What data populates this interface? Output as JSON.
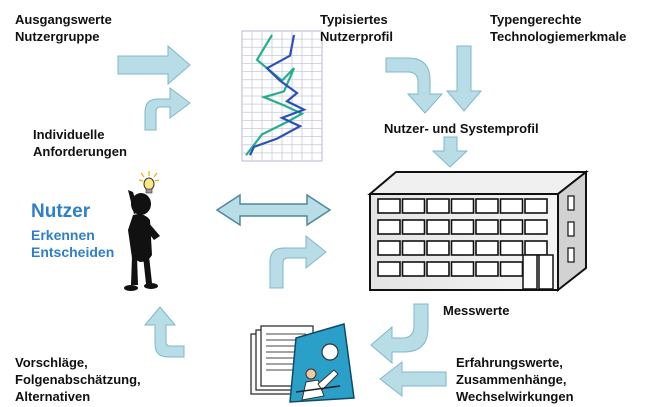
{
  "labels": {
    "ausgangswerte": [
      "Ausgangswerte",
      "Nutzergruppe"
    ],
    "typisiertes": [
      "Typisiertes",
      "Nutzerprofil"
    ],
    "typengerechte": [
      "Typengerechte",
      "Technologiemerkmale"
    ],
    "individuelle": [
      "Individuelle",
      "Anforderungen"
    ],
    "systemprofil": "Nutzer- und Systemprofil",
    "nutzer": "Nutzer",
    "erkennen": [
      "Erkennen",
      "Entscheiden"
    ],
    "messwerte": "Messwerte",
    "erfahrungswerte": [
      "Erfahrungswerte,",
      "Zusammenhänge,",
      "Wechselwirkungen"
    ],
    "vorschlaege": [
      "Vorschläge,",
      "Folgenabschätzung,",
      "Alternativen"
    ]
  },
  "colors": {
    "arrow_fill": "#b9dde6",
    "arrow_stroke": "#7fb8c8",
    "nutzer_blue": "#2f7fc8",
    "profile_green": "#22b08c",
    "profile_blue": "#2b50b8",
    "grid_line": "#c8c8dc"
  },
  "icons": {
    "figure": "thinking-person-with-lightbulb-icon",
    "building": "building-icon",
    "documents": "documents-and-person-icon"
  },
  "profile_chart": {
    "type": "line",
    "columns": 8,
    "rows": 16,
    "series": [
      {
        "color": "green",
        "points": [
          [
            3,
            0
          ],
          [
            2,
            2
          ],
          [
            1.5,
            3
          ],
          [
            2.5,
            4
          ],
          [
            4,
            5.5
          ],
          [
            5.2,
            4
          ],
          [
            4.2,
            6.8
          ],
          [
            2.2,
            7.5
          ],
          [
            4.2,
            8.5
          ],
          [
            6,
            9.5
          ],
          [
            4.5,
            10.5
          ],
          [
            2,
            12
          ],
          [
            0.4,
            14.5
          ]
        ]
      },
      {
        "color": "blue",
        "points": [
          [
            5.2,
            0
          ],
          [
            4.8,
            2.5
          ],
          [
            2.5,
            4
          ],
          [
            3.8,
            5.5
          ],
          [
            5.5,
            7
          ],
          [
            4.5,
            8
          ],
          [
            6.2,
            9
          ],
          [
            4,
            10
          ],
          [
            5.8,
            11
          ],
          [
            3.5,
            12.5
          ],
          [
            1.2,
            13.5
          ],
          [
            0.8,
            14.5
          ]
        ]
      }
    ]
  }
}
